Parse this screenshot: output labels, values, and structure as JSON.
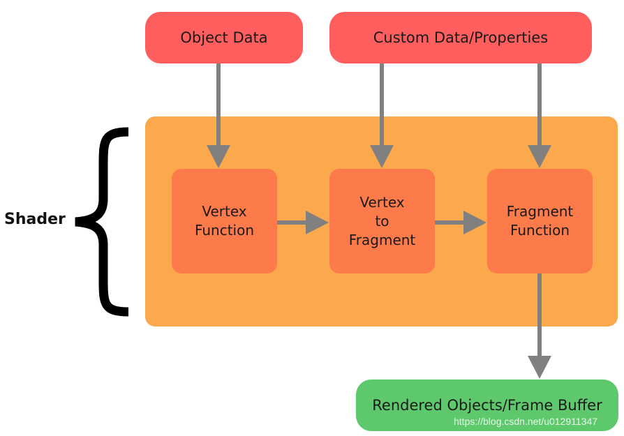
{
  "inputs": {
    "object_data": "Object Data",
    "custom_data": "Custom Data/Properties"
  },
  "shader": {
    "label": "Shader",
    "vertex_function": [
      "Vertex",
      "Function"
    ],
    "vertex_to_fragment": [
      "Vertex",
      "to",
      "Fragment"
    ],
    "fragment_function": [
      "Fragment",
      "Function"
    ]
  },
  "output": {
    "rendered": "Rendered Objects/Frame Buffer"
  },
  "watermark": "https://blog.csdn.net/u012911347",
  "colors": {
    "input_boxes": "#ff5e5e",
    "shader_stage": "#fca84c",
    "shader_nodes": "#fd7a4a",
    "output_box": "#5ec96c",
    "arrows": "#808080"
  }
}
